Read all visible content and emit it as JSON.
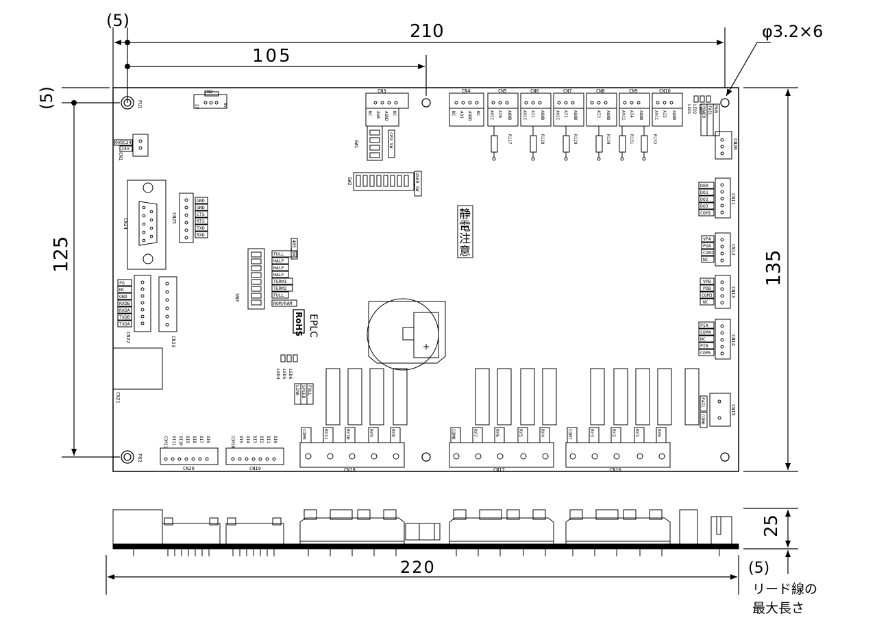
{
  "dimensions": {
    "top_margin": "(5)",
    "width_210": "210",
    "half_width": "105",
    "hole": "φ3.2×6",
    "left_margin": "(5)",
    "height_125": "125",
    "height_135": "135",
    "width_220": "220",
    "depth_25": "25",
    "lead_margin": "(5)",
    "lead_note_1": "リード線の",
    "lead_note_2": "最大長さ"
  },
  "board": {
    "brand": "EPLC",
    "rohs": "RoHS",
    "caution_chars": [
      "静",
      "電",
      "注",
      "意"
    ],
    "top_connectors": {
      "cn2": {
        "name": "CN2",
        "pins": [
          "5V",
          "0V"
        ]
      },
      "cn3": {
        "name": "CN3",
        "pins": [
          "NC",
          "AG0",
          "AGND",
          "NC"
        ]
      },
      "cn4": {
        "name": "CN4",
        "pins": [
          "NC",
          "AO1",
          "AGND",
          "NC"
        ]
      },
      "cn5": {
        "name": "CN5",
        "pins": [
          "AVCC",
          "AI0",
          "AGND"
        ],
        "r": "R127"
      },
      "cn6": {
        "name": "CN6",
        "pins": [
          "AVCC",
          "AI1",
          "AGND"
        ],
        "r": "R128"
      },
      "cn7": {
        "name": "CN7",
        "pins": [
          "AVCC",
          "AI2",
          "AGND"
        ],
        "r": "R129"
      },
      "cn8": {
        "name": "CN8",
        "pins": [
          "AI3",
          "AGND"
        ],
        "r": "R130"
      },
      "cn9": {
        "name": "CN9",
        "pins": [
          "AVCC",
          "AI4",
          "AGND"
        ],
        "r": "R131"
      },
      "cn10": {
        "name": "CN10",
        "pins": [
          "AVCC",
          "AI5",
          "AGND"
        ],
        "r": "R132"
      }
    },
    "fu1": "FU1",
    "fu2": "FU2",
    "status_leds": [
      "LED1",
      "LED2",
      "LED3"
    ],
    "status_labels": [
      "POWER",
      "FAIL",
      "RUN"
    ],
    "cn1": {
      "name": "CN1",
      "pins": [
        "0VDC24",
        "24V"
      ]
    },
    "sw1": {
      "name": "SW1",
      "label": "CPU_SW"
    },
    "sw2": {
      "name": "SW2",
      "label": "USER_SW"
    },
    "cn24": "CN24",
    "cn25": {
      "name": "CN25",
      "pins": [
        "GND",
        "GND",
        "CTS",
        "RTS",
        "TXD",
        "RXD"
      ]
    },
    "sw3": {
      "name": "SW3",
      "label": "485_SW",
      "rows": [
        "FULL",
        "HALF",
        "HALF",
        "HALF",
        "TERM1",
        "TERM2",
        "FULL",
        "ROM/RAM"
      ]
    },
    "cn22": {
      "name": "CN22",
      "pins": [
        "FG",
        "NC",
        "GND",
        "RXDB",
        "RXDA",
        "TXDB",
        "TXDA"
      ]
    },
    "cn23": "CN23",
    "cn21": "CN21",
    "mid_leds": [
      "LED4",
      "LED5",
      "LED6"
    ],
    "mid_led_labels": [
      "LINK",
      "SPEED",
      "FULL"
    ],
    "cn26": "CN26",
    "cn11": {
      "name": "CN11",
      "pins": [
        "DO0",
        "DO1",
        "DO2",
        "DO3",
        "COM1"
      ]
    },
    "cn12": {
      "name": "CN12",
      "pins": [
        "VPA",
        "POA",
        "COM2",
        "NC"
      ]
    },
    "cn13": {
      "name": "CN13",
      "pins": [
        "VPB",
        "POB",
        "COM3",
        "NC"
      ]
    },
    "cn14": {
      "name": "CN14",
      "pins": [
        "PIA",
        "COM4",
        "NC",
        "PIB",
        "COM5"
      ]
    },
    "cn15": {
      "name": "CN15",
      "pins": [
        "FAIL",
        "COM6"
      ]
    },
    "cn18": {
      "name": "CN18",
      "pins": [
        "COM9",
        "RY11",
        "RY10",
        "RY9",
        "RY8"
      ]
    },
    "cn17": {
      "name": "CN17",
      "pins": [
        "COM8",
        "RY7",
        "RY6",
        "RY5",
        "RY4"
      ]
    },
    "cn16": {
      "name": "CN16",
      "pins": [
        "COM7",
        "RY3",
        "RY2",
        "RY1",
        "RY0"
      ]
    },
    "cn20": {
      "name": "CN20",
      "pins": [
        "COM11",
        "DI11",
        "DI10",
        "DI9",
        "DI8",
        "DI7",
        "DI6"
      ]
    },
    "cn19": {
      "name": "CN19",
      "pins": [
        "COM10",
        "DI5",
        "DI4",
        "DI3",
        "DI2",
        "DI1",
        "DI0"
      ]
    }
  }
}
